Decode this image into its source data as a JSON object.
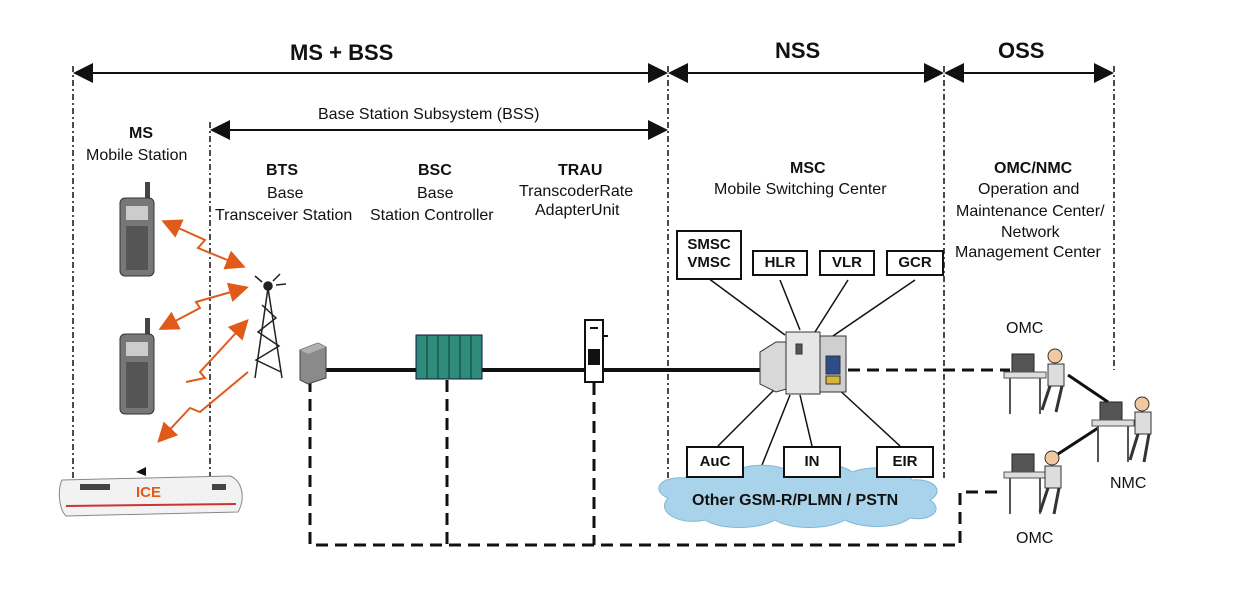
{
  "sections": {
    "ms_bss": "MS + BSS",
    "nss": "NSS",
    "oss": "OSS"
  },
  "bss_label": "Base Station Subsystem (BSS)",
  "ms": {
    "title": "MS",
    "desc": "Mobile Station"
  },
  "bts": {
    "title": "BTS",
    "line1": "Base",
    "line2": "Transceiver Station"
  },
  "bsc": {
    "title": "BSC",
    "line1": "Base",
    "line2": "Station Controller"
  },
  "trau": {
    "title": "TRAU",
    "line1": "TranscoderRate",
    "line2": "AdapterUnit"
  },
  "msc": {
    "title": "MSC",
    "desc": "Mobile Switching Center"
  },
  "omc_nmc": {
    "title": "OMC/NMC",
    "line1": "Operation and",
    "line2": "Maintenance Center/",
    "line3": "Network",
    "line4": "Management Center"
  },
  "nss_boxes": {
    "smsc": "SMSC",
    "vmsc": "VMSC",
    "hlr": "HLR",
    "vlr": "VLR",
    "gcr": "GCR",
    "auc": "AuC",
    "in": "IN",
    "eir": "EIR"
  },
  "cloud": "Other GSM-R/PLMN / PSTN",
  "train": "ICE",
  "operators": {
    "omc_top": "OMC",
    "nmc": "NMC",
    "omc_bottom": "OMC"
  },
  "colors": {
    "signal": "#e05a1a",
    "cloud": "#a9d3ea",
    "bsc": "#2f8c7a"
  },
  "icons": [
    "mobile-phone-icon",
    "antenna-tower-icon",
    "server-cabinet-icon",
    "switch-icon",
    "workstation-operator-icon",
    "train-icon",
    "cloud-icon"
  ]
}
